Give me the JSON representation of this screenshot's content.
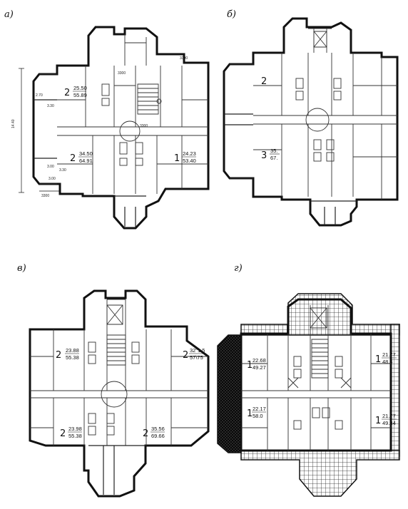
{
  "figure": {
    "panels": [
      {
        "id": "a",
        "label": "а)",
        "apartments": [
          {
            "rooms": "2",
            "living": "25.50",
            "total": "55.89"
          },
          {
            "rooms": "2",
            "living": "34.50",
            "total": "64.91"
          },
          {
            "rooms": "1",
            "living": "24.23",
            "total": "53.40"
          }
        ],
        "dimensions": [
          "3300",
          "3300",
          "3300",
          "2.70",
          "3.30",
          "3.00",
          "3.00",
          "3.30",
          "14.40",
          "3300"
        ]
      },
      {
        "id": "b",
        "label": "б)",
        "apartments": [
          {
            "rooms": "2",
            "living": "",
            "total": ""
          },
          {
            "rooms": "3",
            "living": "35.",
            "total": "67."
          }
        ],
        "dimensions": []
      },
      {
        "id": "v",
        "label": "в)",
        "apartments": [
          {
            "rooms": "2",
            "living": "23.88",
            "total": "55.38"
          },
          {
            "rooms": "2",
            "living": "32\"1.5",
            "total": "57\\75"
          },
          {
            "rooms": "2",
            "living": "23.98",
            "total": "55.38"
          },
          {
            "rooms": "2",
            "living": "35.56",
            "total": "69.66"
          }
        ],
        "dimensions": []
      },
      {
        "id": "g",
        "label": "г)",
        "apartments": [
          {
            "rooms": "1",
            "living": "22.68",
            "total": "49.27"
          },
          {
            "rooms": "1",
            "living": "21.77",
            "total": "48.4"
          },
          {
            "rooms": "1",
            "living": "22.17",
            "total": "58.0"
          },
          {
            "rooms": "1",
            "living": "21.77",
            "total": "49.34"
          }
        ],
        "dimensions": []
      }
    ]
  }
}
